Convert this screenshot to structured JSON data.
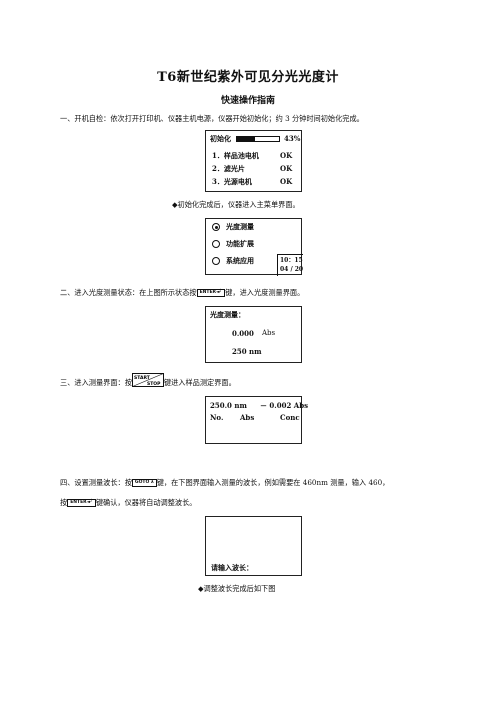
{
  "title": "T6新世纪紫外可见分光光度计",
  "subtitle": "快速操作指南",
  "step1": {
    "text": "一、开机自检：依次打开打印机、仪器主机电源，仪器开始初始化；约 3 分钟时间初始化完成。",
    "screen": {
      "init_label": "初始化",
      "init_percent": "43%",
      "progress_fraction": 0.43,
      "rows": [
        {
          "label": "1．样品池电机",
          "status": "OK"
        },
        {
          "label": "2．滤光片",
          "status": "OK"
        },
        {
          "label": "3．光源电机",
          "status": "OK"
        }
      ]
    },
    "note": "◆初始化完成后，仪器进入主菜单界面。"
  },
  "menu_screen": {
    "items": [
      "光度测量",
      "功能扩展",
      "系统应用"
    ],
    "selected_index": 0,
    "time": "10：15",
    "date": "04 / 20"
  },
  "step2": {
    "text_before": "二、进入光度测量状态：在上图所示状态按",
    "key": "ENTER◄┘",
    "text_after": "键，进入光度测量界面。",
    "screen": {
      "title": "光度测量：",
      "value": "0.000",
      "unit": "Abs",
      "wavelength": "250 nm"
    }
  },
  "step3": {
    "text_before": "三、进入测量界面：按",
    "key_top": "START",
    "key_bottom": "STOP",
    "text_after": "键进入样品测定界面。",
    "screen": {
      "wavelength": "250.0 nm",
      "reading": "－ 0.002 Abs",
      "col_no": "No.",
      "col_abs": "Abs",
      "col_conc": "Conc"
    }
  },
  "step4": {
    "text_line1_before": "四、设置测量波长：按",
    "key_goto": "GOTO λ",
    "text_line1_after": "键，在下图界面输入测量的波长，例如需要在 460nm 测量，输入 460，",
    "text_line2_before": "按",
    "key_enter": "ENTER◄┘",
    "text_line2_after": "键确认，仪器将自动调整波长。",
    "screen": {
      "prompt": "请输入波长："
    },
    "note": "◆调整波长完成后如下图"
  }
}
